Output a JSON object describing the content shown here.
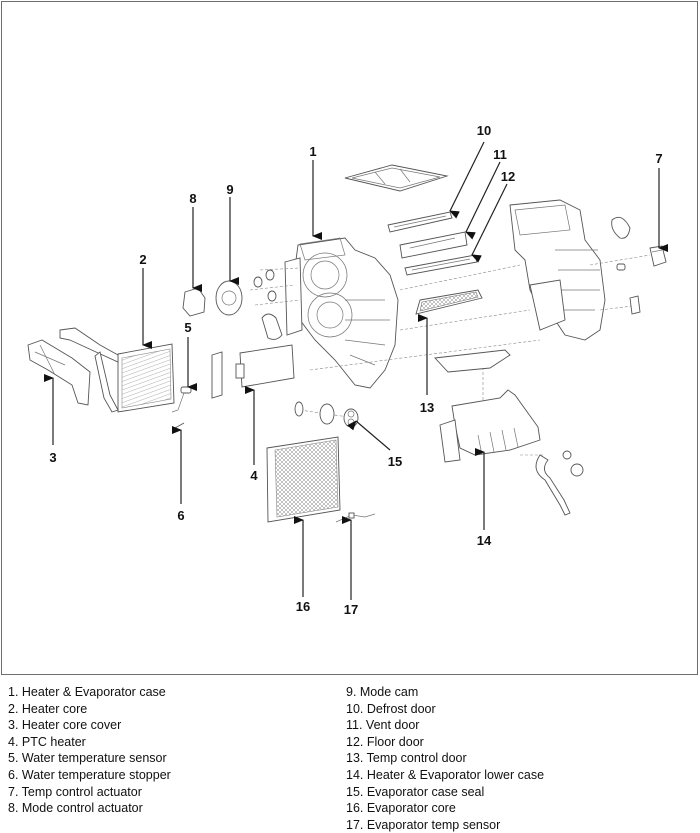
{
  "diagram": {
    "title": "Heater & Evaporator unit exploded view",
    "callouts": [
      "1",
      "2",
      "3",
      "4",
      "5",
      "6",
      "7",
      "8",
      "9",
      "10",
      "11",
      "12",
      "13",
      "14",
      "15",
      "16",
      "17"
    ]
  },
  "legend": {
    "left": [
      "1. Heater & Evaporator case",
      "2. Heater core",
      "3. Heater core cover",
      "4. PTC heater",
      "5. Water temperature sensor",
      "6. Water temperature stopper",
      "7. Temp control actuator",
      "8. Mode control actuator"
    ],
    "right": [
      "9. Mode cam",
      "10. Defrost door",
      "11. Vent door",
      "12. Floor door",
      "13. Temp control door",
      "14. Heater &  Evaporator lower case",
      "15. Evaporator case seal",
      "16. Evaporator core",
      "17. Evaporator temp sensor"
    ]
  }
}
